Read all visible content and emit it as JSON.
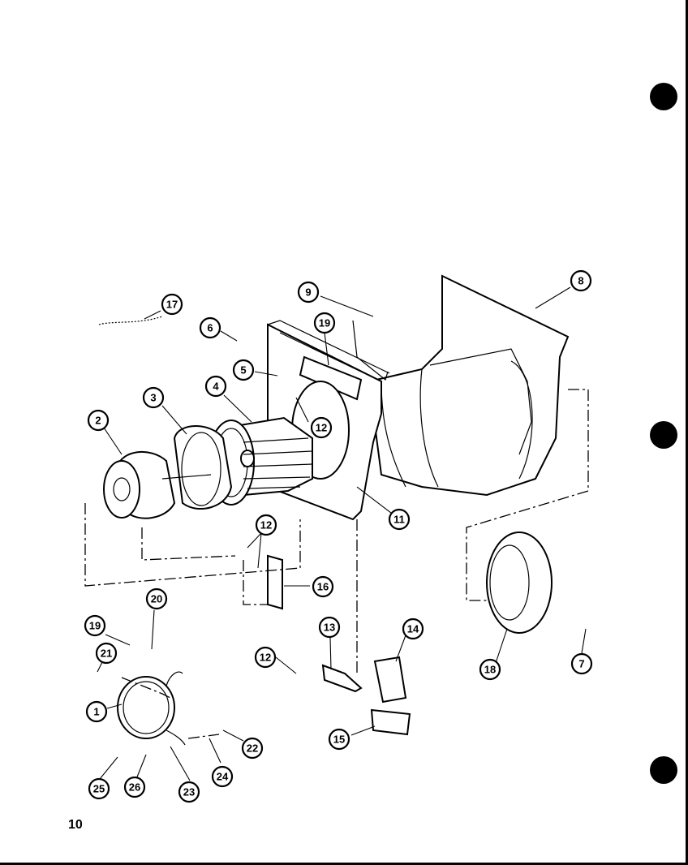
{
  "page": {
    "number": "10"
  },
  "callouts": [
    "17",
    "6",
    "9",
    "19",
    "8",
    "5",
    "4",
    "3",
    "2",
    "12",
    "11",
    "12",
    "16",
    "20",
    "19",
    "21",
    "1",
    "12",
    "13",
    "14",
    "18",
    "7",
    "15",
    "22",
    "24",
    "23",
    "26",
    "25"
  ],
  "colors": {
    "ink": "#000000",
    "paper": "#ffffff"
  }
}
